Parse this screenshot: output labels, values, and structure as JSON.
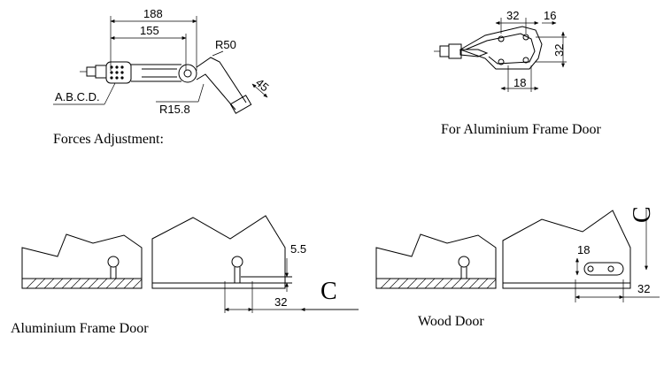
{
  "labels": {
    "forces_adjustment": "Forces Adjustment:",
    "aluminium_frame_door_top": "For Aluminium Frame Door",
    "aluminium_frame_door_bottom": "Aluminium Frame Door",
    "wood_door": "Wood Door"
  },
  "dimensions": {
    "top_left": {
      "d188": "188",
      "d155": "155",
      "r50": "R50",
      "r15_8": "R15.8",
      "d45": "45",
      "abcd": "A.B.C.D."
    },
    "top_right": {
      "d32_top": "32",
      "d16": "16",
      "d32_side": "32",
      "d18": "18"
    },
    "bottom_left": {
      "d5_5": "5.5",
      "c": "C",
      "d32": "32"
    },
    "bottom_right": {
      "d18": "18",
      "c": "C",
      "d32": "32"
    }
  }
}
